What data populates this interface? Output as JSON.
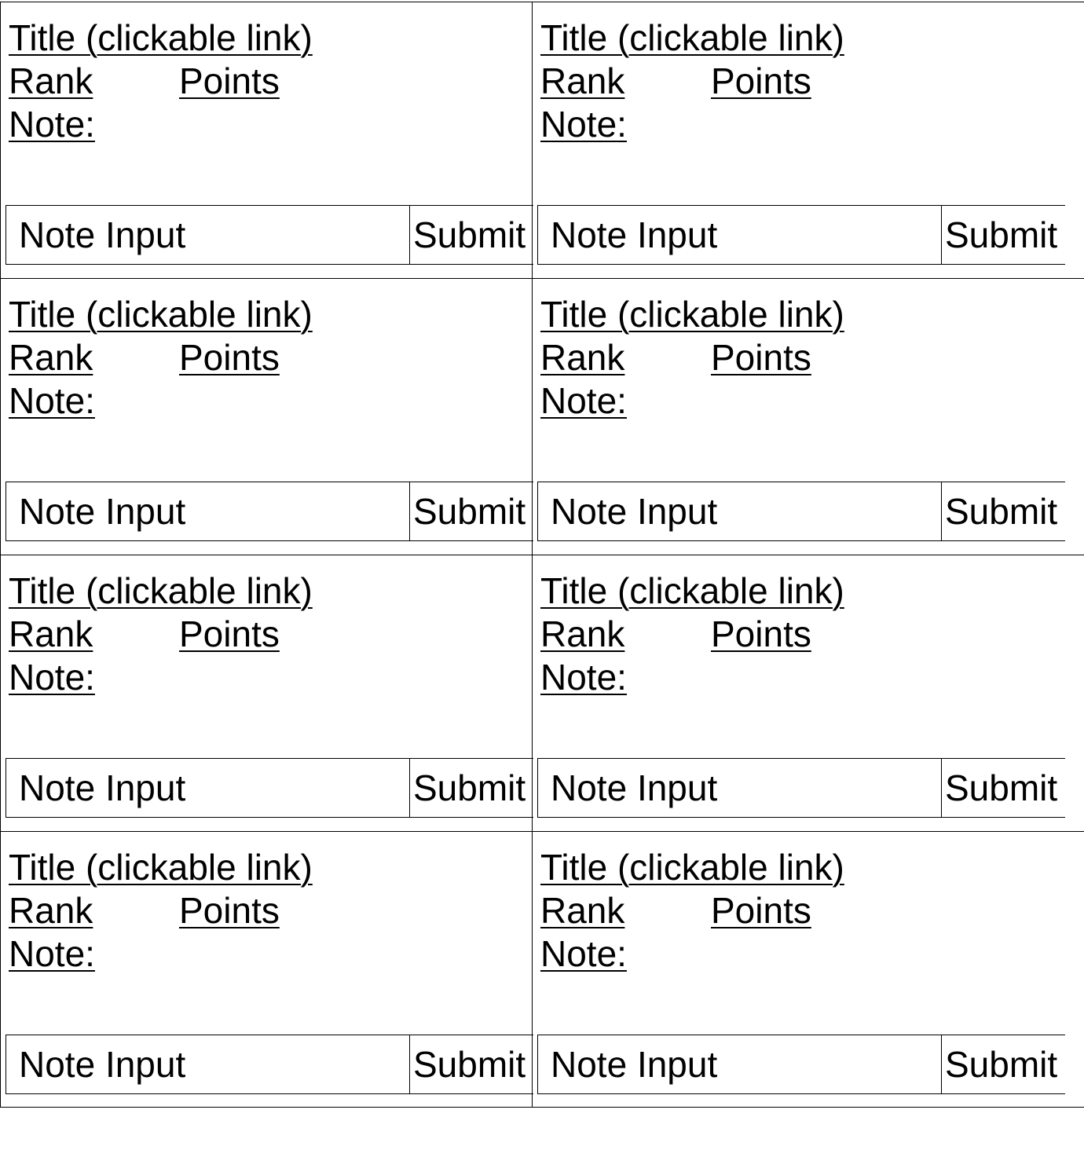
{
  "cards": [
    {
      "title": "Title (clickable link)",
      "rank": "Rank",
      "points": "Points",
      "note_label": "Note:",
      "note_input_placeholder": "Note Input",
      "submit_label": "Submit"
    },
    {
      "title": "Title (clickable link)",
      "rank": "Rank",
      "points": "Points",
      "note_label": "Note:",
      "note_input_placeholder": "Note Input",
      "submit_label": "Submit"
    },
    {
      "title": "Title (clickable link)",
      "rank": "Rank",
      "points": "Points",
      "note_label": "Note:",
      "note_input_placeholder": "Note Input",
      "submit_label": "Submit"
    },
    {
      "title": "Title (clickable link)",
      "rank": "Rank",
      "points": "Points",
      "note_label": "Note:",
      "note_input_placeholder": "Note Input",
      "submit_label": "Submit"
    },
    {
      "title": "Title (clickable link)",
      "rank": "Rank",
      "points": "Points",
      "note_label": "Note:",
      "note_input_placeholder": "Note Input",
      "submit_label": "Submit"
    },
    {
      "title": "Title (clickable link)",
      "rank": "Rank",
      "points": "Points",
      "note_label": "Note:",
      "note_input_placeholder": "Note Input",
      "submit_label": "Submit"
    },
    {
      "title": "Title (clickable link)",
      "rank": "Rank",
      "points": "Points",
      "note_label": "Note:",
      "note_input_placeholder": "Note Input",
      "submit_label": "Submit"
    },
    {
      "title": "Title (clickable link)",
      "rank": "Rank",
      "points": "Points",
      "note_label": "Note:",
      "note_input_placeholder": "Note Input",
      "submit_label": "Submit"
    }
  ]
}
